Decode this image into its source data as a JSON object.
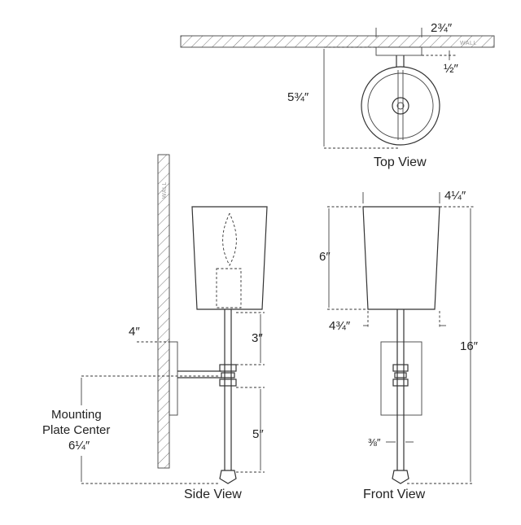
{
  "views": {
    "top": "Top View",
    "side": "Side View",
    "front": "Front View"
  },
  "wall_tag": "WALL",
  "dimensions": {
    "top_backplate_depth": "2¾″",
    "top_offset": "½″",
    "top_extension": "5¾″",
    "side_arm_height": "4″",
    "side_upper_rod": "3″",
    "side_lower_rod": "5″",
    "mounting_line1": "Mounting",
    "mounting_line2": "Plate Center",
    "mounting_value": "6¼″",
    "front_shade_top": "4¼″",
    "front_shade_height": "6″",
    "front_shade_bottom": "4¾″",
    "front_overall_height": "16″",
    "front_rod_diameter": "⅜″"
  }
}
